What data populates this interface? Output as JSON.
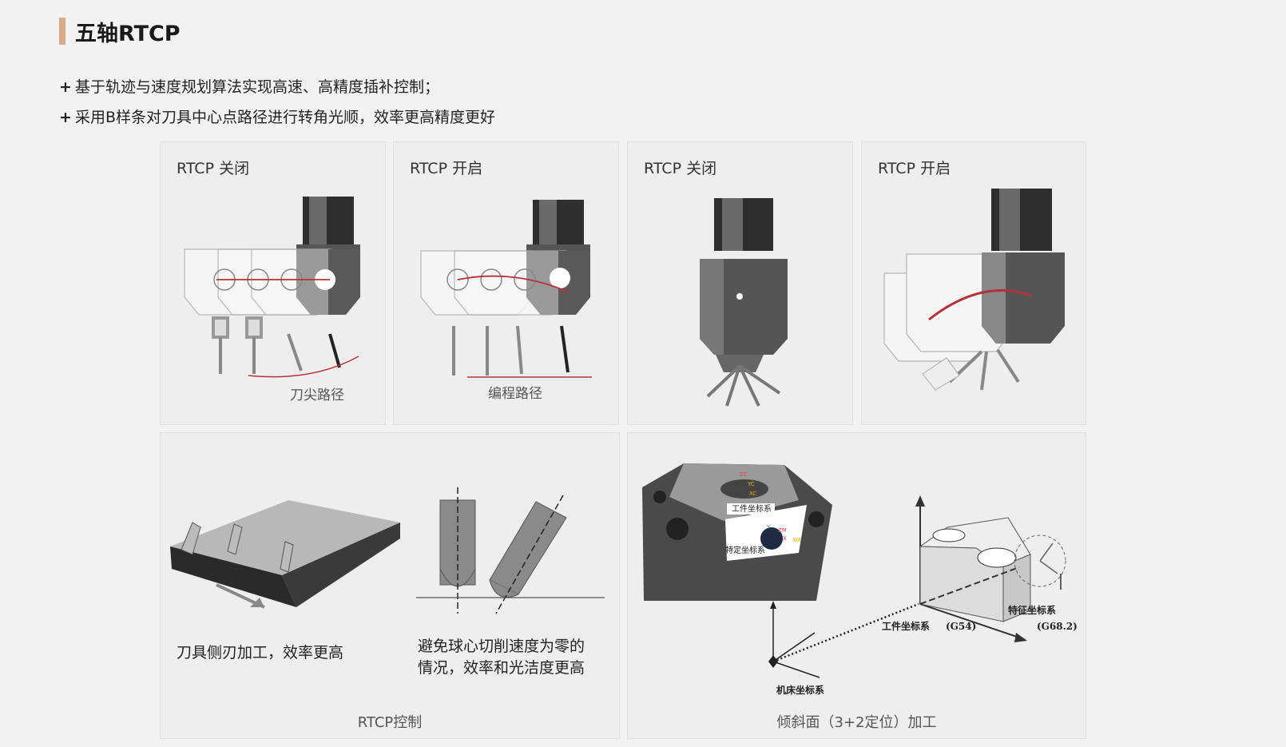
{
  "header": {
    "title": "五轴RTCP"
  },
  "bullets": [
    {
      "mark": "+",
      "text": "基于轨迹与速度规划算法实现高速、高精度插补控制；"
    },
    {
      "mark": "+",
      "text": "采用B样条对刀具中心点路径进行转角光顺，效率更高精度更好"
    }
  ],
  "panels": [
    {
      "label": "RTCP 关闭",
      "caption": "刀尖路径"
    },
    {
      "label": "RTCP 开启",
      "caption": "编程路径"
    },
    {
      "label": "RTCP 关闭"
    },
    {
      "label": "RTCP 开启"
    }
  ],
  "bottom_left": {
    "text_left": "刀具侧刃加工，效率更高",
    "text_right_line1": "避免球心切削速度为零的",
    "text_right_line2": "情况，效率和光洁度更高",
    "caption": "RTCP控制"
  },
  "bottom_right": {
    "workpiece_label": "工件坐标系",
    "feature_label": "特定坐标系",
    "axis_labels": [
      "ZC",
      "YC",
      "XC",
      "Y",
      "ZM",
      "X",
      "XM"
    ],
    "machine_label": "机床坐标系",
    "work_label": "工件坐标系",
    "work_code": "(G54)",
    "feature_label2": "特征坐标系",
    "feature_code": "(G68.2)",
    "caption": "倾斜面（3+2定位）加工"
  },
  "colors": {
    "accent": "#d9a98a",
    "path_red": "#b5303a"
  }
}
